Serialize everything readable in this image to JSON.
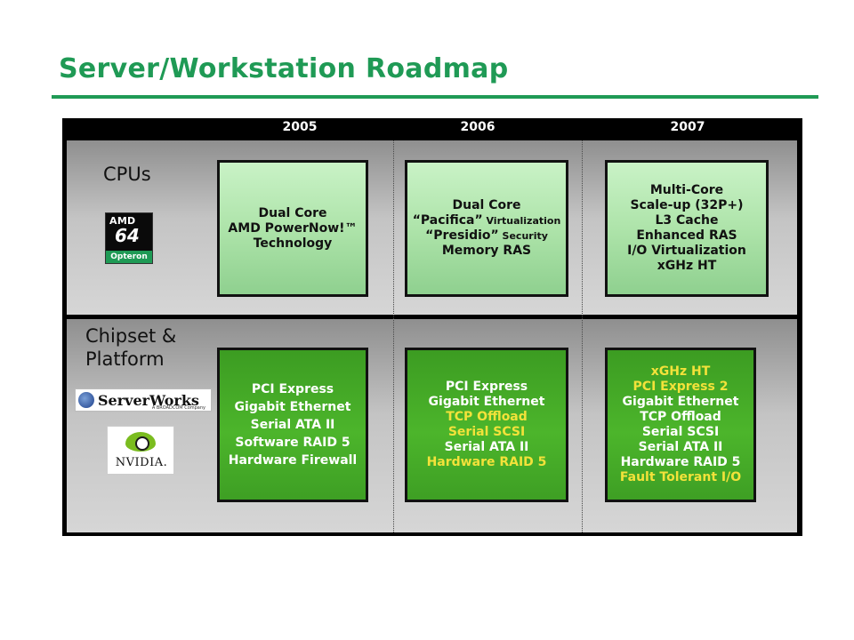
{
  "slide": {
    "title": "Server/Workstation Roadmap"
  },
  "years": [
    "2005",
    "2006",
    "2007"
  ],
  "rows": {
    "cpu_label": "CPUs",
    "chip_label_1": "Chipset &",
    "chip_label_2": "Platform"
  },
  "cpu_boxes": {
    "y2005": [
      "Dual Core",
      "AMD PowerNow!™",
      "Technology"
    ],
    "y2006": {
      "line1": "Dual Core",
      "line2_main": "“Pacifica”",
      "line2_small": " Virtualization",
      "line3_main": "“Presidio”",
      "line3_small": " Security",
      "line4": "Memory RAS"
    },
    "y2007": [
      "Multi-Core",
      "Scale-up (32P+)",
      "L3 Cache",
      "Enhanced RAS",
      "I/O Virtualization",
      "xGHz HT"
    ]
  },
  "chip_boxes": {
    "y2005": [
      "PCI Express",
      "Gigabit Ethernet",
      "Serial ATA II",
      "Software RAID 5",
      "Hardware Firewall"
    ],
    "y2006": [
      "PCI Express",
      "Gigabit Ethernet",
      "TCP Offload",
      "Serial SCSI",
      "Serial ATA II",
      "Hardware RAID 5"
    ],
    "y2007": [
      "xGHz HT",
      "PCI Express 2",
      "Gigabit Ethernet",
      "TCP Offload",
      "Serial SCSI",
      "Serial ATA II",
      "Hardware RAID 5",
      "Fault Tolerant I/O"
    ]
  },
  "logos": {
    "amd_brand": "AMD",
    "amd_number": "64",
    "amd_product": "Opteron",
    "serverworks_name": "ServerWorks",
    "serverworks_tag": "A BROADCOM Company",
    "nvidia_name": "NVIDIA."
  },
  "colors": {
    "title_green": "#1f9a55",
    "highlight_yellow": "#f3e23a",
    "dark_box_green": "#4cb52b",
    "light_box_green": "#aee4aa"
  }
}
